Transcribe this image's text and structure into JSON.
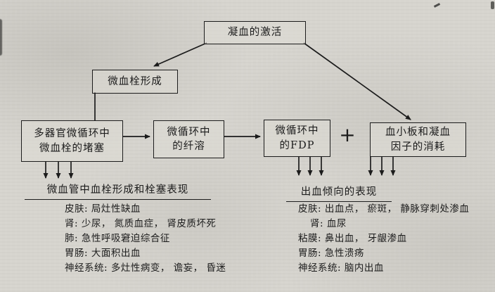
{
  "diagram": {
    "boxes": {
      "activation": "凝血的激活",
      "microthrombus": "微血栓形成",
      "occlusion": "多器官微循环中\n微血栓的堵塞",
      "fibrinolysis": "微循环中\n的纤溶",
      "fdp": "微循环中\n的FDP",
      "consumption": "血小板和凝血\n因子的消耗"
    },
    "plus_sign": "+",
    "left_section": {
      "title": "微血管中血栓形成和栓塞表现",
      "items": [
        "皮肤: 局灶性缺血",
        "肾: 少尿， 氮质血症， 肾皮质坏死",
        "肺: 急性呼吸窘迫综合征",
        "胃肠: 大面积出血",
        "神经系统: 多灶性病变， 谵妄， 昏迷"
      ]
    },
    "right_section": {
      "title": "出血倾向的表现",
      "items": [
        "皮肤: 出血点， 瘀斑， 静脉穿刺处渗血",
        "肾: 血尿",
        "粘膜: 鼻出血， 牙龈渗血",
        "胃肠: 急性溃疡",
        "神经系统: 脑内出血"
      ]
    },
    "colors": {
      "ink": "#1c1c1c",
      "paper": "#d7d5cf"
    }
  }
}
